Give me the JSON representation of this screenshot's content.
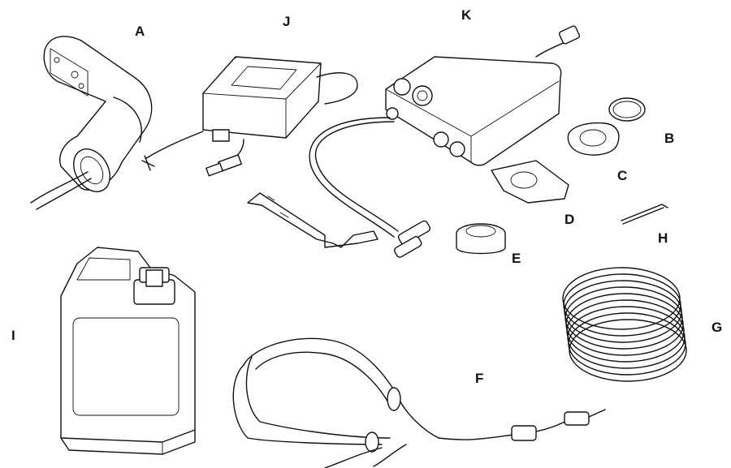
{
  "parts": [
    {
      "id": "A",
      "label": "A",
      "name": "faucet-spout"
    },
    {
      "id": "J",
      "label": "J",
      "name": "power-adapter"
    },
    {
      "id": "K",
      "label": "K",
      "name": "dispenser-control-unit"
    },
    {
      "id": "B",
      "label": "B",
      "name": "retaining-ring"
    },
    {
      "id": "C",
      "label": "C",
      "name": "mounting-gasket"
    },
    {
      "id": "D",
      "label": "D",
      "name": "mounting-plate"
    },
    {
      "id": "E",
      "label": "E",
      "name": "mounting-nut"
    },
    {
      "id": "H",
      "label": "H",
      "name": "hex-key"
    },
    {
      "id": "G",
      "label": "G",
      "name": "tubing-coil"
    },
    {
      "id": "I",
      "label": "I",
      "name": "fluid-canister"
    },
    {
      "id": "F",
      "label": "F",
      "name": "hose-assembly"
    }
  ],
  "colors": {
    "line": "#111111",
    "background": "#ffffff"
  }
}
